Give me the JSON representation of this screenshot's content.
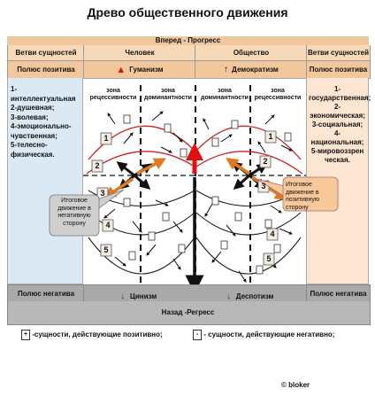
{
  "title": "Древо общественного движения",
  "forward_band": "Вперед - Прогресс",
  "headers": {
    "left_branches": "Ветви сущностей",
    "human": "Человек",
    "society": "Общество",
    "right_branches": "Ветви сущностей"
  },
  "positive_row": {
    "left": "Полюс позитива",
    "humanism": "Гуманизм",
    "democratism": "Демократизм",
    "right": "Полюс позитива"
  },
  "zones": {
    "recessive_1": "зона рецессивности",
    "dominant_1": "зона доминантности",
    "dominant_2": "зона доминантности",
    "recessive_2": "зона рецессивности"
  },
  "left_list": "1-интеллектуальная\n2-душевная;\n3-волевая;\n4-эмоционально-чувственная;\n5-телесно-физическая.",
  "right_list": "1-государственная;\n2-экономическая;\n3-социальная;\n4-национальная;\n5-мировоззрен ческая.",
  "callouts": {
    "negative": "Итоговое движение в негативную сторону",
    "positive": "Итоговое движение в позитивную сторону"
  },
  "negative_row": {
    "left": "Полюс негатива",
    "right": "Полюс негатива"
  },
  "bottom_labels": {
    "cynicism": "Цинизм",
    "despotism": "Деспотизм",
    "back": "Назад -Регресс"
  },
  "legend": {
    "positive": "-сущности, действующие позитивно;",
    "negative": "- сущности, действующие негативно;"
  },
  "markers": [
    "1",
    "2",
    "3",
    "4",
    "5",
    "1",
    "2",
    "3",
    "4",
    "5"
  ],
  "copyright": "© bloker",
  "colors": {
    "positive_curve": "#cc2222",
    "negative_curve": "#222222",
    "orange_arrow": "#e07a20",
    "red_arrow": "#e01010"
  }
}
